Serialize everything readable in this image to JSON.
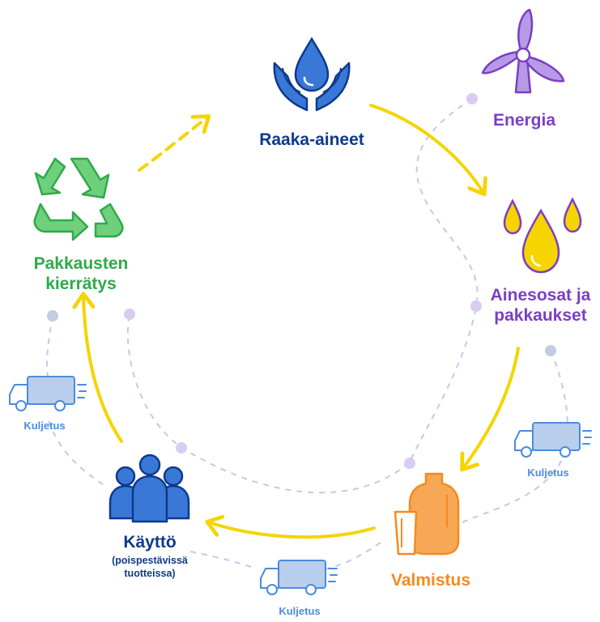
{
  "colors": {
    "navy": "#0d3a8c",
    "blue": "#3a78d8",
    "purple": "#7b3fc4",
    "green": "#2eaa4a",
    "orange": "#f58a1f",
    "yellow": "#f5d400",
    "transport_blue": "#4a8ce0",
    "dashed_gray": "#c5c9e3",
    "dot_purple": "#d9ccf0",
    "dot_gray": "#c3cce0"
  },
  "nodes": {
    "raw_materials": {
      "label": "Raaka-aineet",
      "icon": "water-drop-hands-icon"
    },
    "energy": {
      "label": "Energia",
      "icon": "wind-turbine-icon"
    },
    "ingredients": {
      "line1": "Ainesosat ja",
      "line2": "pakkaukset",
      "icon": "oil-drops-icon"
    },
    "manufacturing": {
      "label": "Valmistus",
      "icon": "bottles-icon"
    },
    "use": {
      "label": "Käyttö",
      "sub1": "(poispestävissä",
      "sub2": "tuotteissa)",
      "icon": "people-icon"
    },
    "recycling": {
      "line1": "Pakkausten",
      "line2": "kierrätys",
      "icon": "recycle-icon"
    }
  },
  "transport": {
    "right": "Kuljetus",
    "bottom": "Kuljetus",
    "left": "Kuljetus",
    "icon": "delivery-truck-icon"
  }
}
